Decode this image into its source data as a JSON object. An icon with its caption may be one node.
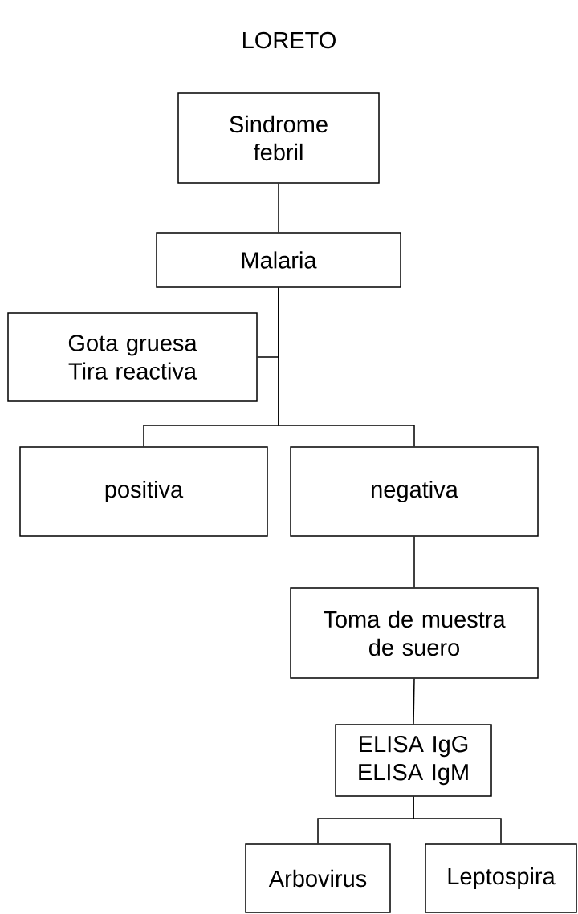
{
  "diagram": {
    "title": "LORETO",
    "nodes": [
      {
        "text": [
          "Sindrome febril"
        ]
      },
      {
        "text": [
          "Malaria"
        ]
      },
      {
        "text": [
          "Gota gruesa Tira reactiva"
        ]
      },
      {
        "text": [
          "positiva"
        ]
      },
      {
        "text": [
          "negativa"
        ]
      },
      {
        "text": [
          "Toma de muestra de suero"
        ]
      },
      {
        "text": [
          "ELISA IgG ELISA IgM"
        ]
      },
      {
        "text": [
          "Arbovirus"
        ]
      },
      {
        "text": [
          "Leptospira"
        ]
      }
    ],
    "edges": [
      {
        "from": 0,
        "to": 1,
        "arrow": "none"
      },
      {
        "from": 1,
        "to": 2,
        "arrow": "none"
      },
      {
        "from": 1,
        "to": 3,
        "arrow": "none"
      },
      {
        "from": 1,
        "to": 4,
        "arrow": "none"
      },
      {
        "from": 4,
        "to": 5,
        "arrow": "none"
      },
      {
        "from": 5,
        "to": 6,
        "arrow": "none"
      },
      {
        "from": 6,
        "to": 7,
        "arrow": "none"
      },
      {
        "from": 6,
        "to": 8,
        "arrow": "none"
      }
    ]
  }
}
